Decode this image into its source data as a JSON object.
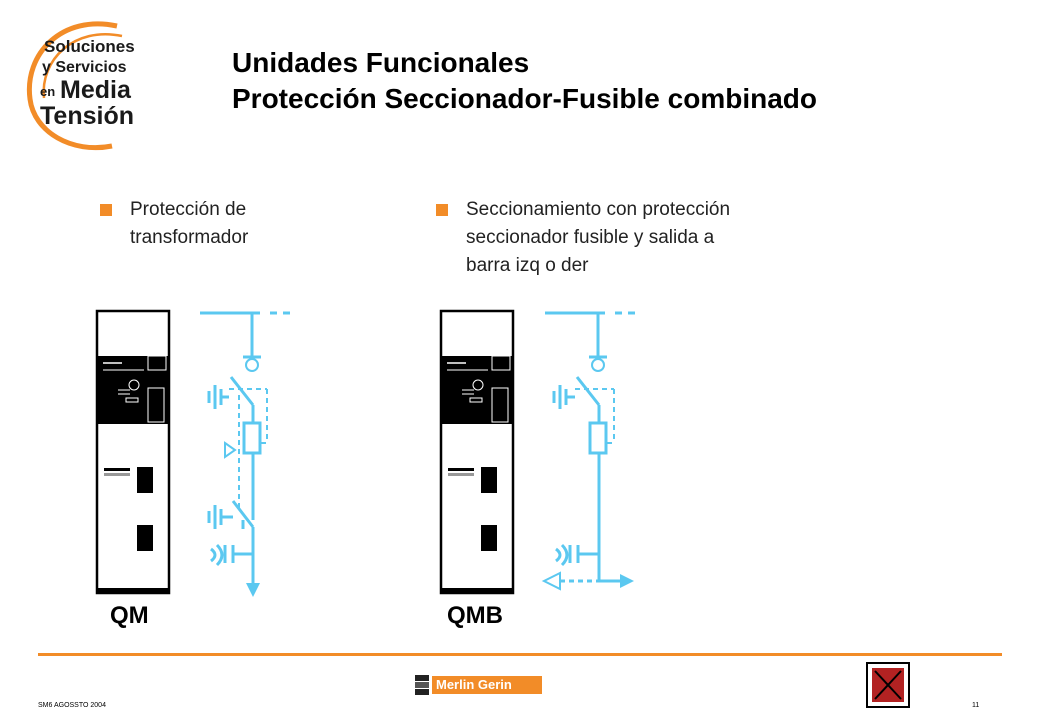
{
  "logo": {
    "line1": "Soluciones",
    "line2": "y Servicios",
    "line3_small": "en",
    "line3_big": "Media",
    "line4": "Tensión"
  },
  "title": {
    "line1": "Unidades Funcionales",
    "line2": "Protección Seccionador-Fusible combinado"
  },
  "left": {
    "bullet_lines": [
      "Protección de",
      "transformador"
    ],
    "unit_code": "QM"
  },
  "right": {
    "bullet_lines": [
      "Seccionamiento con protección",
      "seccionador fusible y salida a",
      "barra izq o der"
    ],
    "unit_code": "QMB"
  },
  "footer": {
    "date": "SM6 AGOSSTO 2004",
    "brand": "Merlin Gerin",
    "page": "11"
  },
  "colors": {
    "accent_orange": "#f28c28",
    "diagram_blue": "#5bc8f0",
    "dark_red": "#b22222"
  }
}
